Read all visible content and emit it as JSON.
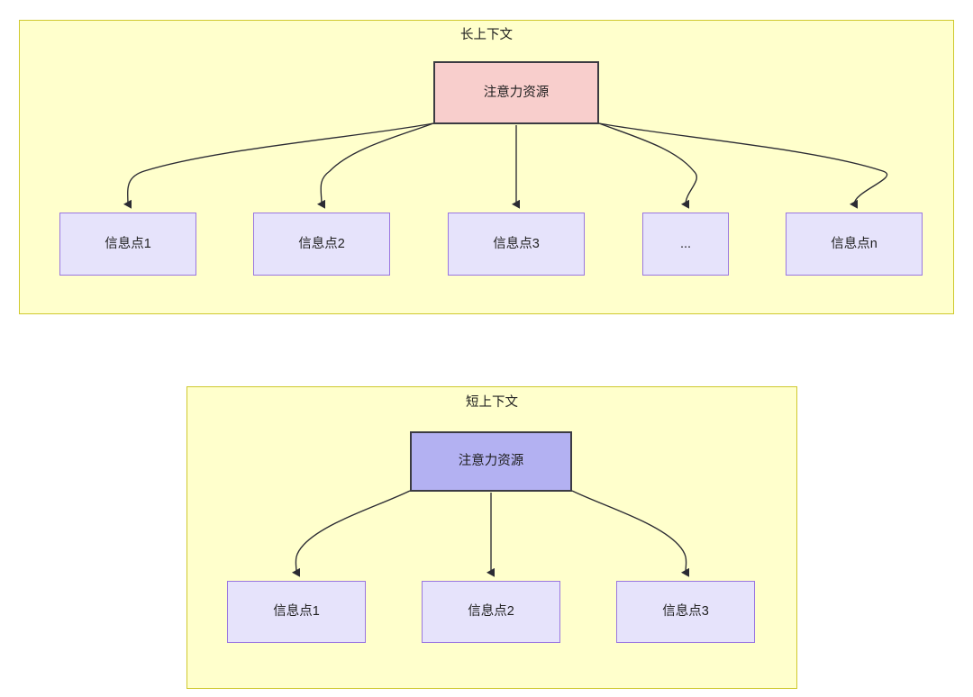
{
  "diagram": {
    "title_glyphs": "attention-distribution-comparison",
    "panels": [
      {
        "id": "long-context",
        "title": "长上下文",
        "root": {
          "label": "注意力资源",
          "fill": "#f8cecc",
          "stroke": "#3b3b42"
        },
        "children": [
          {
            "label": "信息点1"
          },
          {
            "label": "信息点2"
          },
          {
            "label": "信息点3"
          },
          {
            "label": "..."
          },
          {
            "label": "信息点n"
          }
        ],
        "child_fill": "#e6e3fb",
        "child_stroke": "#9a77e0",
        "panel_fill": "#ffffcc",
        "panel_stroke": "#cfc92e"
      },
      {
        "id": "short-context",
        "title": "短上下文",
        "root": {
          "label": "注意力资源",
          "fill": "#b3b1f2",
          "stroke": "#3b3b42"
        },
        "children": [
          {
            "label": "信息点1"
          },
          {
            "label": "信息点2"
          },
          {
            "label": "信息点3"
          }
        ],
        "child_fill": "#e6e3fb",
        "child_stroke": "#9a77e0",
        "panel_fill": "#ffffcc",
        "panel_stroke": "#cfc92e"
      }
    ],
    "edge_color": "#2b2b33",
    "text_color": "#1f1f1f"
  }
}
